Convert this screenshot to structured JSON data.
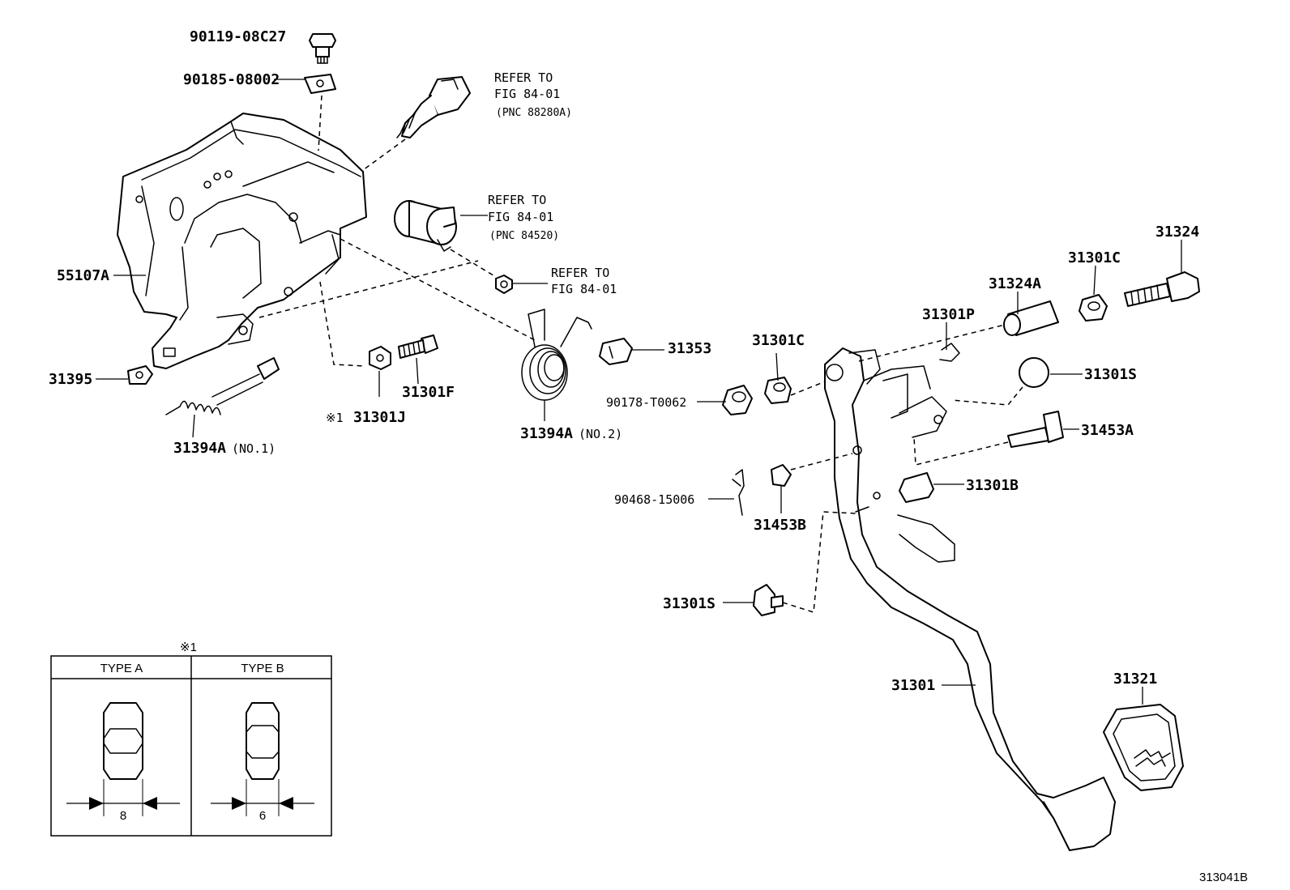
{
  "labels": {
    "p90119": "90119-08C27",
    "p90185": "90185-08002",
    "p55107a": "55107A",
    "p31395": "31395",
    "p31394a_no1": "31394A",
    "no1": "(NO.1)",
    "p31301j": "31301J",
    "mark1": "※1",
    "p31301f": "31301F",
    "p31394a_no2": "31394A",
    "no2": "(NO.2)",
    "p31353": "31353",
    "p90178": "90178-T0062",
    "p31301c_a": "31301C",
    "p31301p": "31301P",
    "p31324a": "31324A",
    "p31301c_b": "31301C",
    "p31324": "31324",
    "p31301s_a": "31301S",
    "p31453a": "31453A",
    "p31301b": "31301B",
    "p90468": "90468-15006",
    "p31453b": "31453B",
    "p31301s_b": "31301S",
    "p31301": "31301",
    "p31321": "31321",
    "figure_id": "313041B"
  },
  "refs": {
    "ref1_line1": "REFER TO",
    "ref1_line2": "FIG 84-01",
    "ref1_line3": "(PNC 88280A)",
    "ref2_line1": "REFER TO",
    "ref2_line2": "FIG 84-01",
    "ref2_line3": "(PNC 84520)",
    "ref3_line1": "REFER TO",
    "ref3_line2": "FIG 84-01"
  },
  "table": {
    "mark": "※1",
    "type_a": "TYPE A",
    "type_b": "TYPE B",
    "dim_a": "8",
    "dim_b": "6"
  }
}
